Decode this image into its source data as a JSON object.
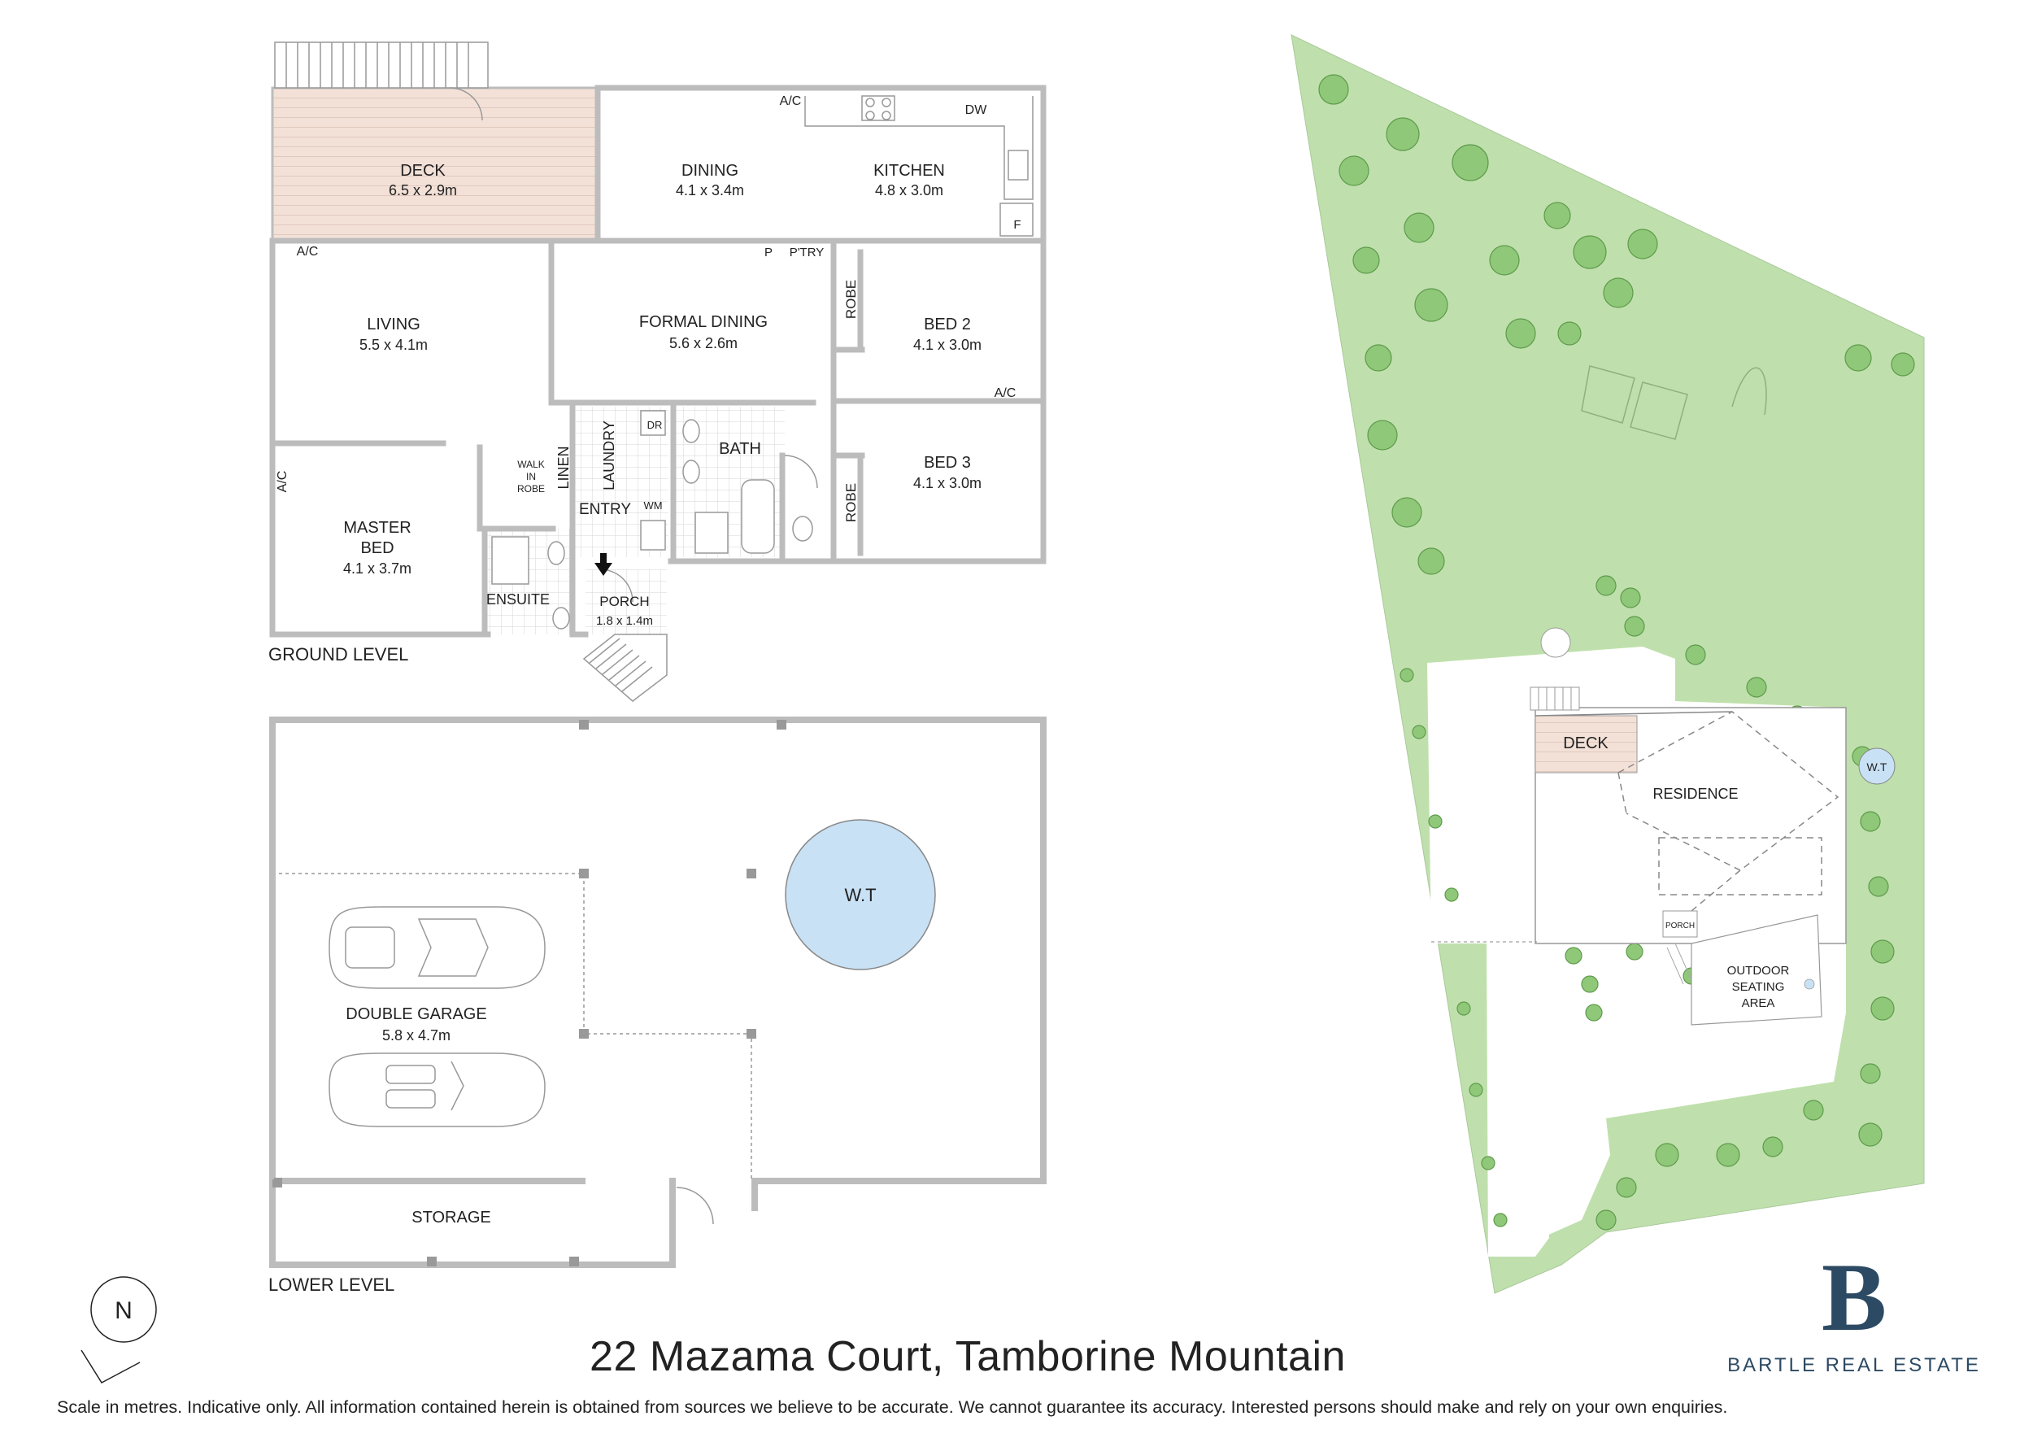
{
  "colors": {
    "wall": "#bcbcbc",
    "lawn": "#bfe0ac",
    "tank": "#c8e1f5",
    "deck": "#f1dcd2",
    "brand": "#2c4a63"
  },
  "ground": {
    "level_label": "GROUND LEVEL",
    "deck": {
      "name": "DECK",
      "size": "6.5 x 2.9m"
    },
    "dining": {
      "name": "DINING",
      "size": "4.1 x 3.4m"
    },
    "kitchen": {
      "name": "KITCHEN",
      "size": "4.8 x 3.0m"
    },
    "living": {
      "name": "LIVING",
      "size": "5.5 x 4.1m"
    },
    "formal_dining": {
      "name": "FORMAL DINING",
      "size": "5.6 x 2.6m"
    },
    "bed2": {
      "name": "BED 2",
      "size": "4.1 x 3.0m"
    },
    "bed3": {
      "name": "BED 3",
      "size": "4.1 x 3.0m"
    },
    "master": {
      "name1": "MASTER",
      "name2": "BED",
      "size": "4.1 x 3.7m"
    },
    "porch": {
      "name": "PORCH",
      "size": "1.8 x 1.4m"
    },
    "labels": {
      "ac": "A/C",
      "dw": "DW",
      "f": "F",
      "p": "P",
      "ptry": "P'TRY",
      "robe": "ROBE",
      "linen": "LINEN",
      "laundry": "LAUNDRY",
      "dr": "DR",
      "wm": "WM",
      "bath": "BATH",
      "entry": "ENTRY",
      "ensuite": "ENSUITE",
      "walk": "WALK",
      "in": "IN",
      "robe_small": "ROBE"
    }
  },
  "lower": {
    "level_label": "LOWER LEVEL",
    "garage": {
      "name": "DOUBLE GARAGE",
      "size": "5.8 x 4.7m"
    },
    "storage": "STORAGE",
    "tank": "W.T"
  },
  "site": {
    "deck": "DECK",
    "residence": "RESIDENCE",
    "wt": "W.T",
    "porch": "PORCH",
    "outdoor1": "OUTDOOR",
    "outdoor2": "SEATING",
    "outdoor3": "AREA"
  },
  "compass": "N",
  "title": "22 Mazama Court, Tamborine Mountain",
  "brand": {
    "logo_letter": "B",
    "name": "BARTLE REAL ESTATE"
  },
  "disclaimer": "Scale in metres. Indicative only. All information contained herein is obtained from sources we believe to be accurate. We cannot guarantee its accuracy. Interested persons should make and rely on your own enquiries."
}
